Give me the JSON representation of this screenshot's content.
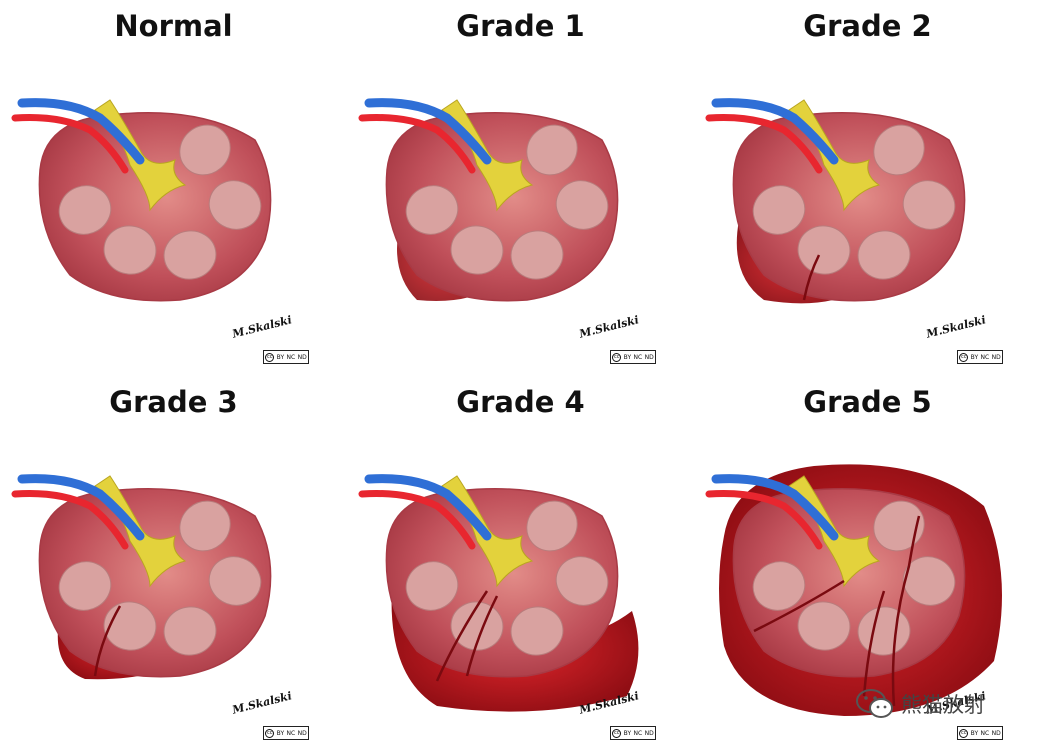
{
  "panels": [
    {
      "title": "Normal",
      "signature": "M.Skalski",
      "license": [
        "BY",
        "NC",
        "ND"
      ]
    },
    {
      "title": "Grade 1",
      "signature": "M.Skalski",
      "license": [
        "BY",
        "NC",
        "ND"
      ]
    },
    {
      "title": "Grade 2",
      "signature": "M.Skalski",
      "license": [
        "BY",
        "NC",
        "ND"
      ]
    },
    {
      "title": "Grade 3",
      "signature": "M.Skalski",
      "license": [
        "BY",
        "NC",
        "ND"
      ]
    },
    {
      "title": "Grade 4",
      "signature": "M.Skalski",
      "license": [
        "BY",
        "NC",
        "ND"
      ]
    },
    {
      "title": "Grade 5",
      "signature": "M.Skalski",
      "license": [
        "BY",
        "NC",
        "ND"
      ]
    }
  ],
  "watermark": {
    "text": "熊猫放射",
    "icon": "wechat-icon"
  },
  "colors": {
    "kidney": "#c0505a",
    "cortex_edge": "#a83a45",
    "medulla": "#d9a2a0",
    "pelvis": "#e3d23c",
    "artery": "#e8262f",
    "vein": "#2f6fd6",
    "hematoma": "#c8141c",
    "laceration": "#7a0a10"
  }
}
